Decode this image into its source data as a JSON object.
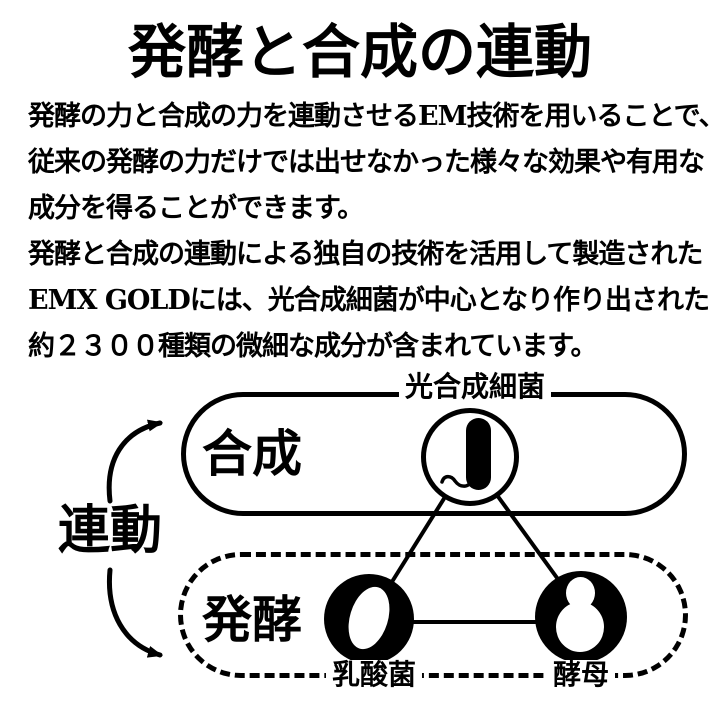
{
  "page": {
    "title": "発酵と合成の連動"
  },
  "body_text": {
    "lines": [
      "発酵の力と合成の力を連動させるEM技術を用いることで、",
      "従来の発酵の力だけでは出せなかった様々な効果や有用な",
      "成分を得ることができます。",
      "発酵と合成の連動による独自の技術を活用して製造された",
      "EMX GOLDには、光合成細菌が中心となり作り出された",
      "約２３００種類の微細な成分が含まれています。"
    ]
  },
  "diagram": {
    "linkage_label": "連動",
    "synthesis": {
      "label": "合成",
      "microbe_label": "光合成細菌"
    },
    "fermentation": {
      "label": "発酵",
      "microbe_left_label": "乳酸菌",
      "microbe_right_label": "酵母"
    }
  },
  "colors": {
    "ink": "#000000",
    "background": "#ffffff"
  }
}
